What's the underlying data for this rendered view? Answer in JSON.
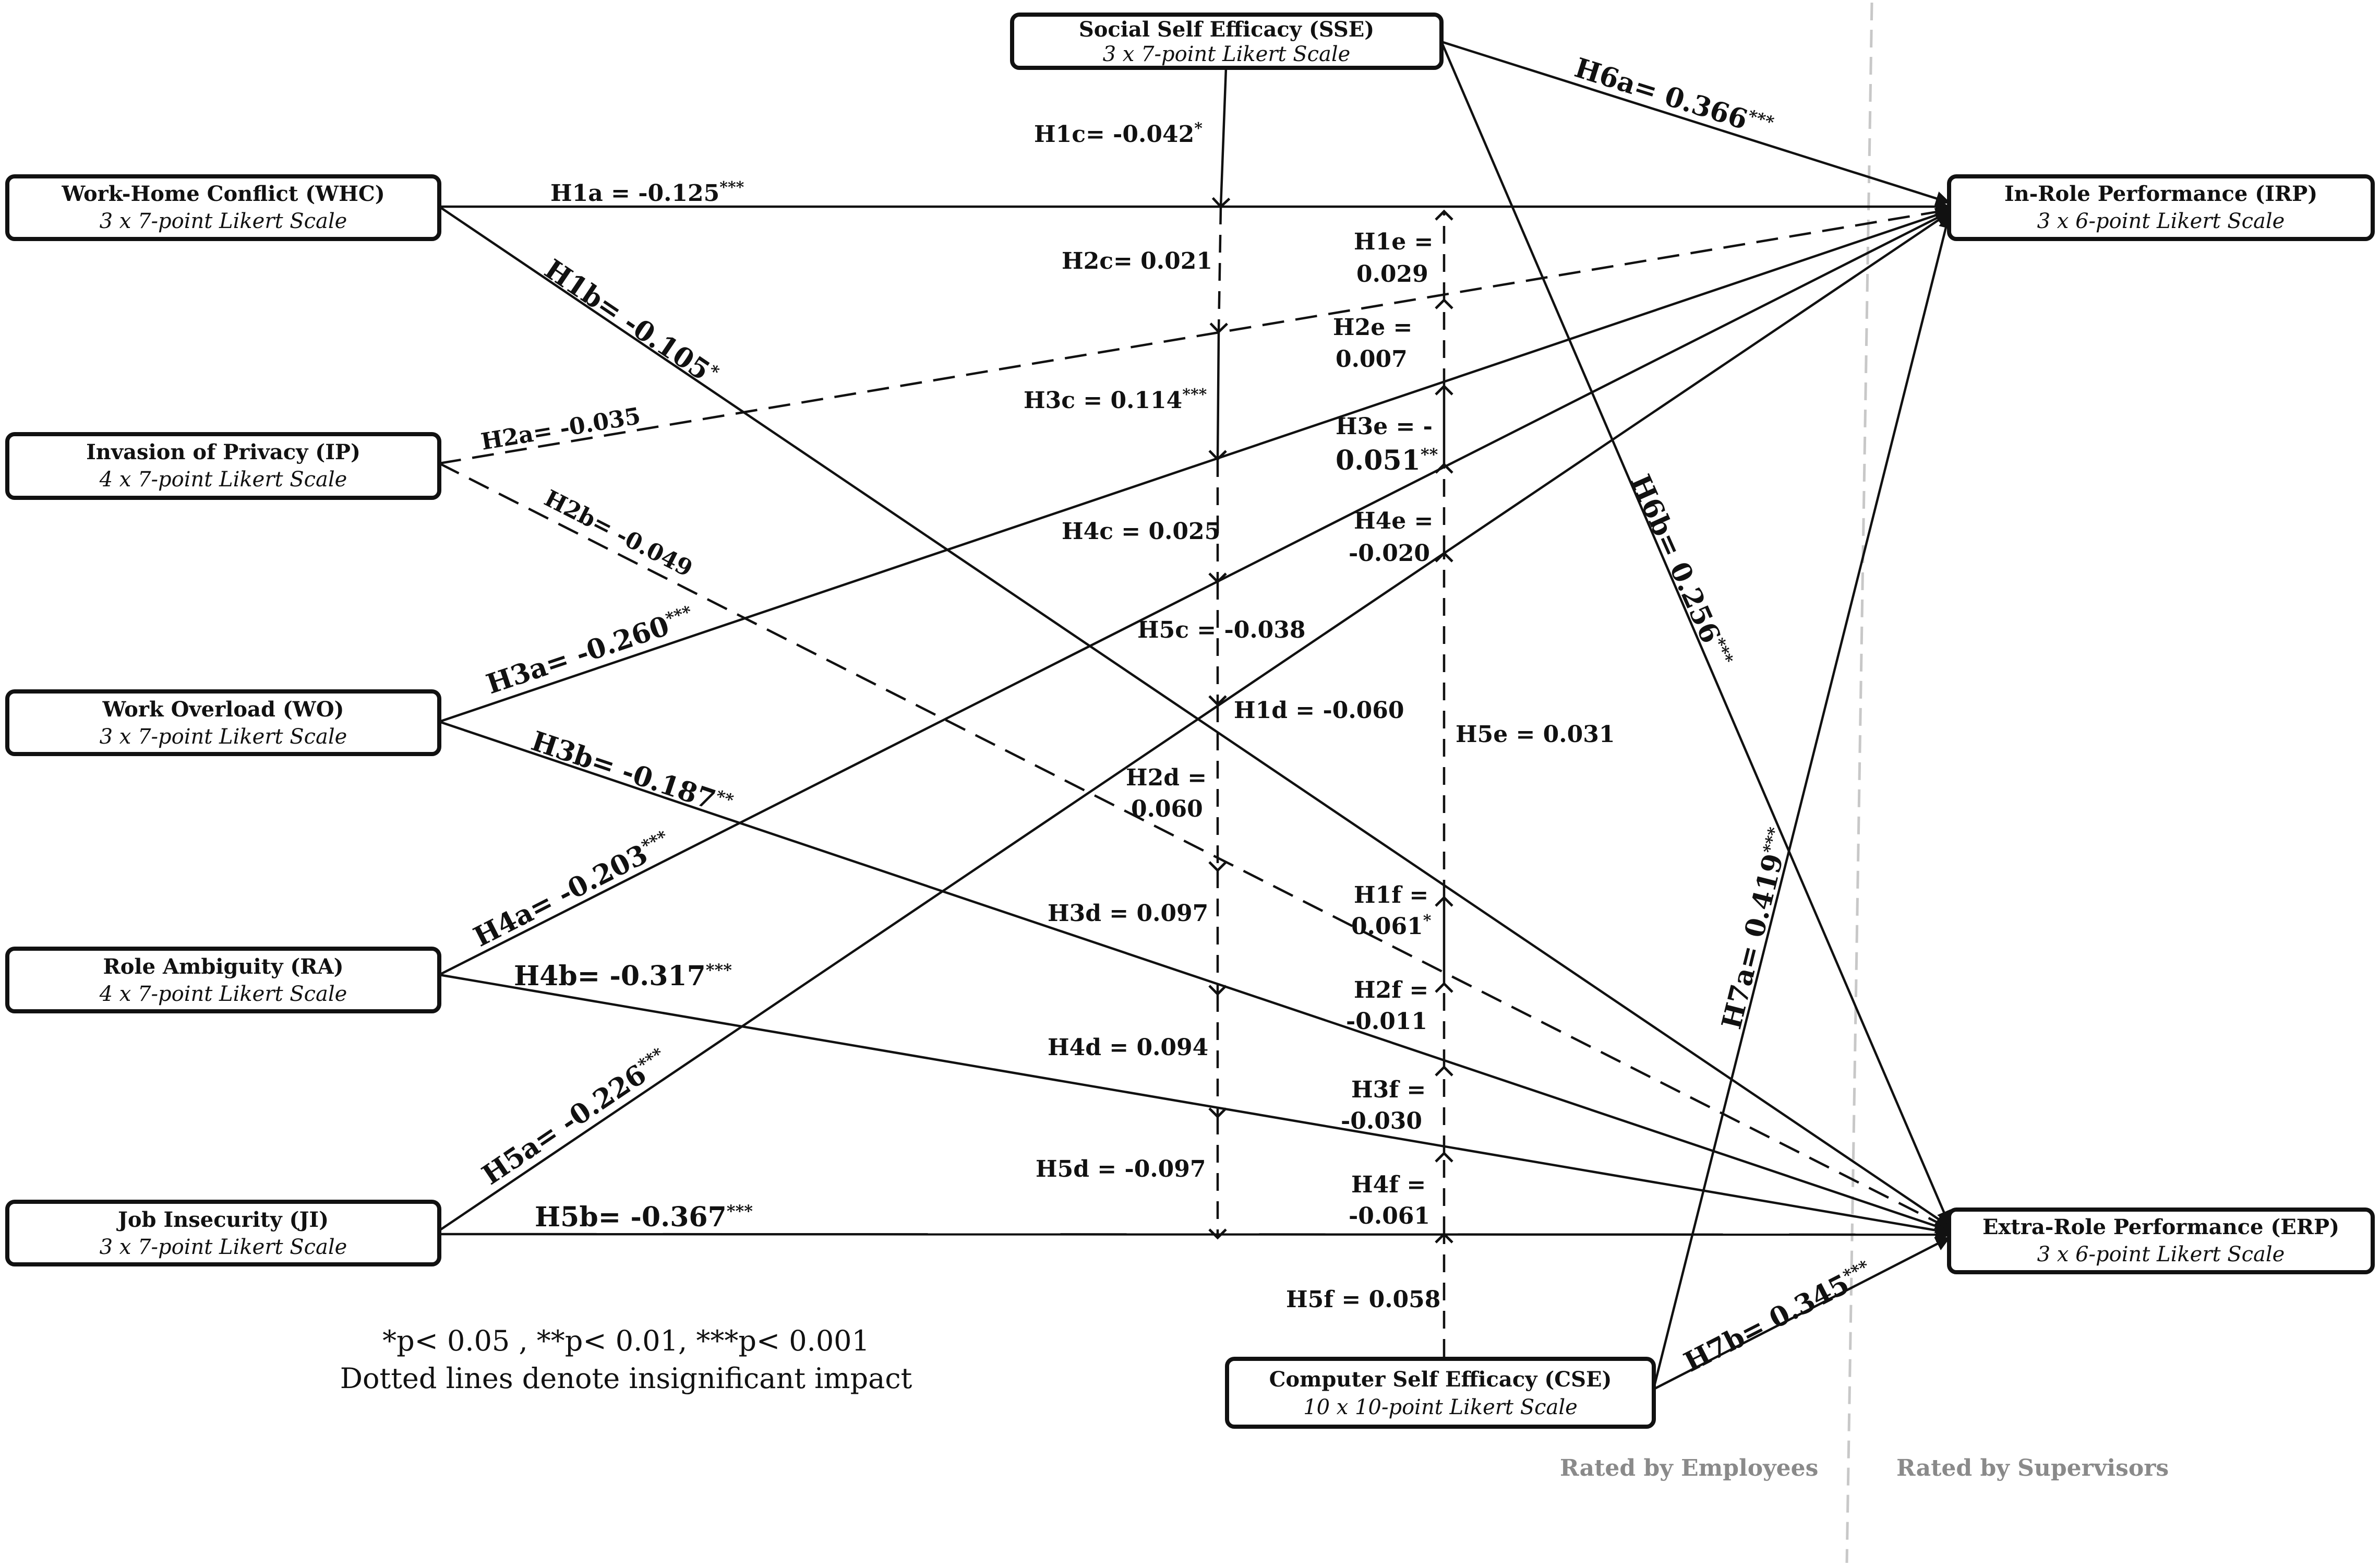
{
  "nodes": {
    "sse": {
      "title": "Social Self Efficacy (SSE)",
      "scale": "3 x 7-point Likert Scale"
    },
    "whc": {
      "title": "Work-Home Conflict (WHC)",
      "scale": "3 x 7-point Likert Scale"
    },
    "ip": {
      "title": "Invasion of Privacy (IP)",
      "scale": "4 x 7-point Likert Scale"
    },
    "wo": {
      "title": "Work Overload (WO)",
      "scale": "3 x 7-point Likert Scale"
    },
    "ra": {
      "title": "Role Ambiguity (RA)",
      "scale": "4 x 7-point Likert Scale"
    },
    "ji": {
      "title": "Job Insecurity (JI)",
      "scale": "3 x 7-point Likert Scale"
    },
    "irp": {
      "title": "In-Role Performance (IRP)",
      "scale": "3 x 6-point Likert Scale"
    },
    "erp": {
      "title": "Extra-Role Performance (ERP)",
      "scale": "3 x 6-point Likert Scale"
    },
    "cse": {
      "title": "Computer Self Efficacy (CSE)",
      "scale": "10 x 10-point Likert Scale"
    }
  },
  "edges": {
    "h1a": {
      "text": "H1a = -0.125",
      "sig": "***"
    },
    "h1b": {
      "text": "H1b= -0.105",
      "sig": "*"
    },
    "h2a": {
      "text": "H2a= -0.035",
      "sig": ""
    },
    "h2b": {
      "text": "H2b= -0.049",
      "sig": ""
    },
    "h3a": {
      "text": "H3a= -0.260",
      "sig": "***"
    },
    "h3b": {
      "text": "H3b= -0.187",
      "sig": "**"
    },
    "h4a": {
      "text": "H4a= -0.203",
      "sig": "***"
    },
    "h4b": {
      "text": "H4b= -0.317",
      "sig": "***"
    },
    "h5a": {
      "text": "H5a= -0.226",
      "sig": "***"
    },
    "h5b": {
      "text": "H5b= -0.367",
      "sig": "***"
    },
    "h6a": {
      "text": "H6a= 0.366",
      "sig": "***"
    },
    "h6b": {
      "text": "H6b= 0.256",
      "sig": "***"
    },
    "h7a": {
      "text": "H7a= 0.419",
      "sig": "***"
    },
    "h7b": {
      "text": "H7b= 0.345",
      "sig": "***"
    },
    "h1c": {
      "text": "H1c= -0.042",
      "sig": "*"
    },
    "h2c": {
      "text": "H2c= 0.021",
      "sig": ""
    },
    "h3c": {
      "text": "H3c = 0.114",
      "sig": "***"
    },
    "h4c": {
      "text": "H4c = 0.025",
      "sig": ""
    },
    "h5c": {
      "text": "H5c = -0.038",
      "sig": ""
    },
    "h1d": {
      "text": "H1d = -0.060",
      "sig": ""
    },
    "h2d_line1": "H2d =",
    "h2d_line2": "0.060",
    "h3d": {
      "text": "H3d = 0.097",
      "sig": ""
    },
    "h4d": {
      "text": "H4d = 0.094",
      "sig": ""
    },
    "h5d": {
      "text": "H5d = -0.097",
      "sig": ""
    },
    "h1e_line1": "H1e =",
    "h1e_line2": "0.029",
    "h2e_line1": "H2e =",
    "h2e_line2": "0.007",
    "h3e_line1": "H3e = -",
    "h3e_line2": "0.051",
    "h3e_sig": "**",
    "h4e_line1": "H4e =",
    "h4e_line2": "-0.020",
    "h5e": {
      "text": "H5e = 0.031",
      "sig": ""
    },
    "h1f_line1": "H1f =",
    "h1f_line2": "0.061",
    "h1f_sig": "*",
    "h2f_line1": "H2f =",
    "h2f_line2": "-0.011",
    "h3f_line1": "H3f =",
    "h3f_line2": "-0.030",
    "h4f_line1": "H4f  =",
    "h4f_line2": "-0.061",
    "h5f": {
      "text": "H5f = 0.058",
      "sig": ""
    }
  },
  "legend": {
    "significance": "*p< 0.05 , **p< 0.01, ***p< 0.001",
    "dotted": "Dotted lines denote insignificant impact"
  },
  "zones": {
    "employees": "Rated by Employees",
    "supervisors": "Rated by Supervisors"
  }
}
